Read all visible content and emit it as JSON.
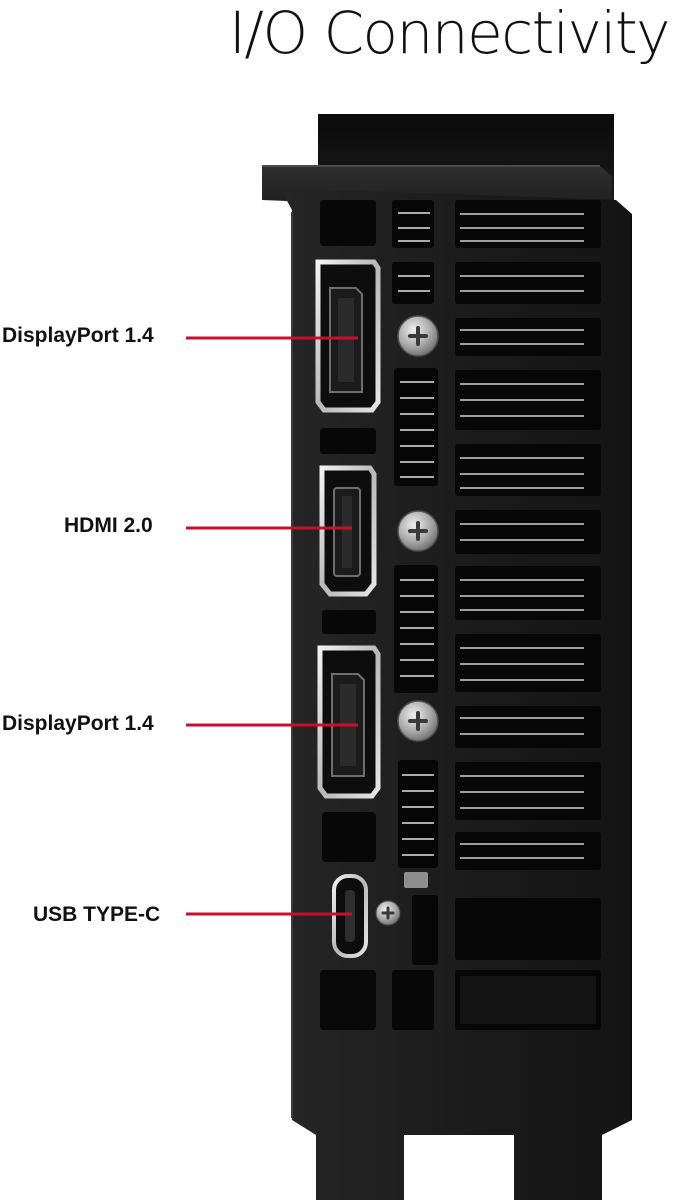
{
  "title": "I/O Connectivity",
  "ports": [
    {
      "label": "DisplayPort 1.4",
      "type": "displayport"
    },
    {
      "label": "HDMI 2.0",
      "type": "hdmi"
    },
    {
      "label": "DisplayPort 1.4",
      "type": "displayport"
    },
    {
      "label": "USB TYPE-C",
      "type": "usb-c"
    }
  ],
  "colors": {
    "callout_line": "#c8102e",
    "bracket": "#1b1b1b",
    "port_rim": "#d9d9d9",
    "text": "#111111"
  }
}
